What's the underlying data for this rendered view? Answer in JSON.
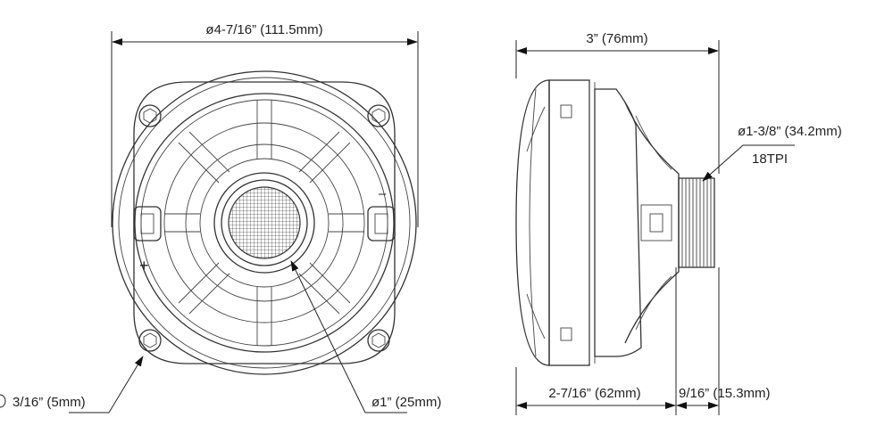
{
  "title": "Compression driver dimensional drawing",
  "front_view": {
    "overall_diameter": "ø4-7/16” (111.5mm)",
    "mounting_hole": "3/16” (5mm)",
    "throat_diameter": "ø1” (25mm)",
    "terminal_minus": "–",
    "terminal_plus": "+"
  },
  "side_view": {
    "overall_depth": "3” (76mm)",
    "thread_diameter": "ø1-3/8” (34.2mm)",
    "thread_pitch": "18TPI",
    "body_depth": "2-7/16” (62mm)",
    "thread_length": "9/16” (15.3mm)"
  }
}
